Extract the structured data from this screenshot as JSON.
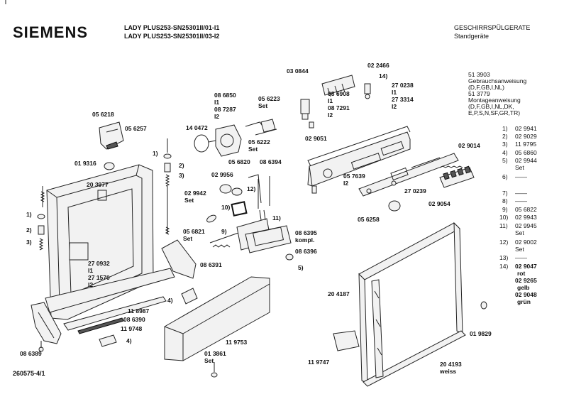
{
  "brand": "SIEMENS",
  "header": {
    "model_line1": "LADY PLUS253-SN25301II/01-I1",
    "model_line2": "LADY PLUS253-SN25301II/03-I2",
    "category": "GESCHIRRSPÜLGERATE",
    "subcategory": "Standgeräte"
  },
  "docs": [
    {
      "id": "51 3903",
      "title": "Gebrauchsanweisung",
      "langs": "(D,F,GB,I,NL)"
    },
    {
      "id": "51 3779",
      "title": "Montageanweisung",
      "langs": "(D,F,GB,I,NL,DK,",
      "langs2": "E,P,S,N,SF,GR,TR)"
    }
  ],
  "legend": [
    {
      "n": "1)",
      "v": "02 9941"
    },
    {
      "n": "2)",
      "v": "02 9029"
    },
    {
      "n": "3)",
      "v": "11 9795"
    },
    {
      "n": "4)",
      "v": "05 6860"
    },
    {
      "n": "5)",
      "v": "02 9944",
      "v2": "Set"
    },
    {
      "n": "6)",
      "v": "——"
    },
    {
      "n": "7)",
      "v": "——"
    },
    {
      "n": "8)",
      "v": "——"
    },
    {
      "n": "9)",
      "v": "05 6822"
    },
    {
      "n": "10)",
      "v": "02 9943"
    },
    {
      "n": "11)",
      "v": "02 9945",
      "v2": "Set"
    },
    {
      "n": "12)",
      "v": "02 9002",
      "v2": "Set"
    },
    {
      "n": "13)",
      "v": "——"
    },
    {
      "n": "14)",
      "v": "02 9047",
      "v2": "rot",
      "v3": "02 9265",
      "v4": "gelb",
      "v5": "02 9048",
      "v6": "grün"
    }
  ],
  "labels": {
    "p056218": "05 6218",
    "p056257": "05 6257",
    "p019316": "01 9316",
    "p203977": "20 3977",
    "p140472": "14 0472",
    "p086850": "08 6850",
    "p086850b": "I1",
    "p087287": "08 7287",
    "p087287b": "I2",
    "p056223": "05 6223",
    "p056223b": "Set",
    "p056222": "05 6222",
    "p056222b": "Set",
    "p030844": "03 0844",
    "p022466": "02 2466",
    "p14": "14)",
    "p086908": "08 6908",
    "p086908b": "I1",
    "p087291": "08 7291",
    "p087291b": "I2",
    "p270238": "27 0238",
    "p270238b": "I1",
    "p273314": "27 3314",
    "p273314b": "I2",
    "p029051": "02 9051",
    "p029014": "02 9014",
    "p056820": "05 6820",
    "p086394": "08 6394",
    "p029956": "02 9956",
    "p029942": "02 9942",
    "p029942b": "Set",
    "p10": "10)",
    "p12": "12)",
    "p9": "9)",
    "p11": "11)",
    "p056821": "05 6821",
    "p056821b": "Set",
    "p056639": "05 7639",
    "p056639b": "I2",
    "p270239": "27 0239",
    "p029054": "02 9054",
    "p056258": "05 6258",
    "p086395": "08 6395",
    "p086395b": "kompl.",
    "p086396": "08 6396",
    "p5": "5)",
    "p086391": "08 6391",
    "p270932": "27 0932",
    "p270932b": "I1",
    "p271570": "27 1570",
    "p271570b": "I2",
    "p118987": "11 8987",
    "p086390": "08 6390",
    "p119748": "11 9748",
    "p4a": "4)",
    "p4b": "4)",
    "p086389": "08 6389",
    "p119753": "11 9753",
    "p013861": "01 3861",
    "p013861b": "Set",
    "p204187": "20 4187",
    "p019829": "01 9829",
    "p119747": "11 9747",
    "p204193": "20 4193",
    "p204193b": "weiss",
    "c1a": "1)",
    "c2a": "2)",
    "c3a": "3)",
    "c1b": "1)",
    "c2b": "2)",
    "c3b": "3)"
  },
  "footer": {
    "code": "260575-4/1"
  }
}
